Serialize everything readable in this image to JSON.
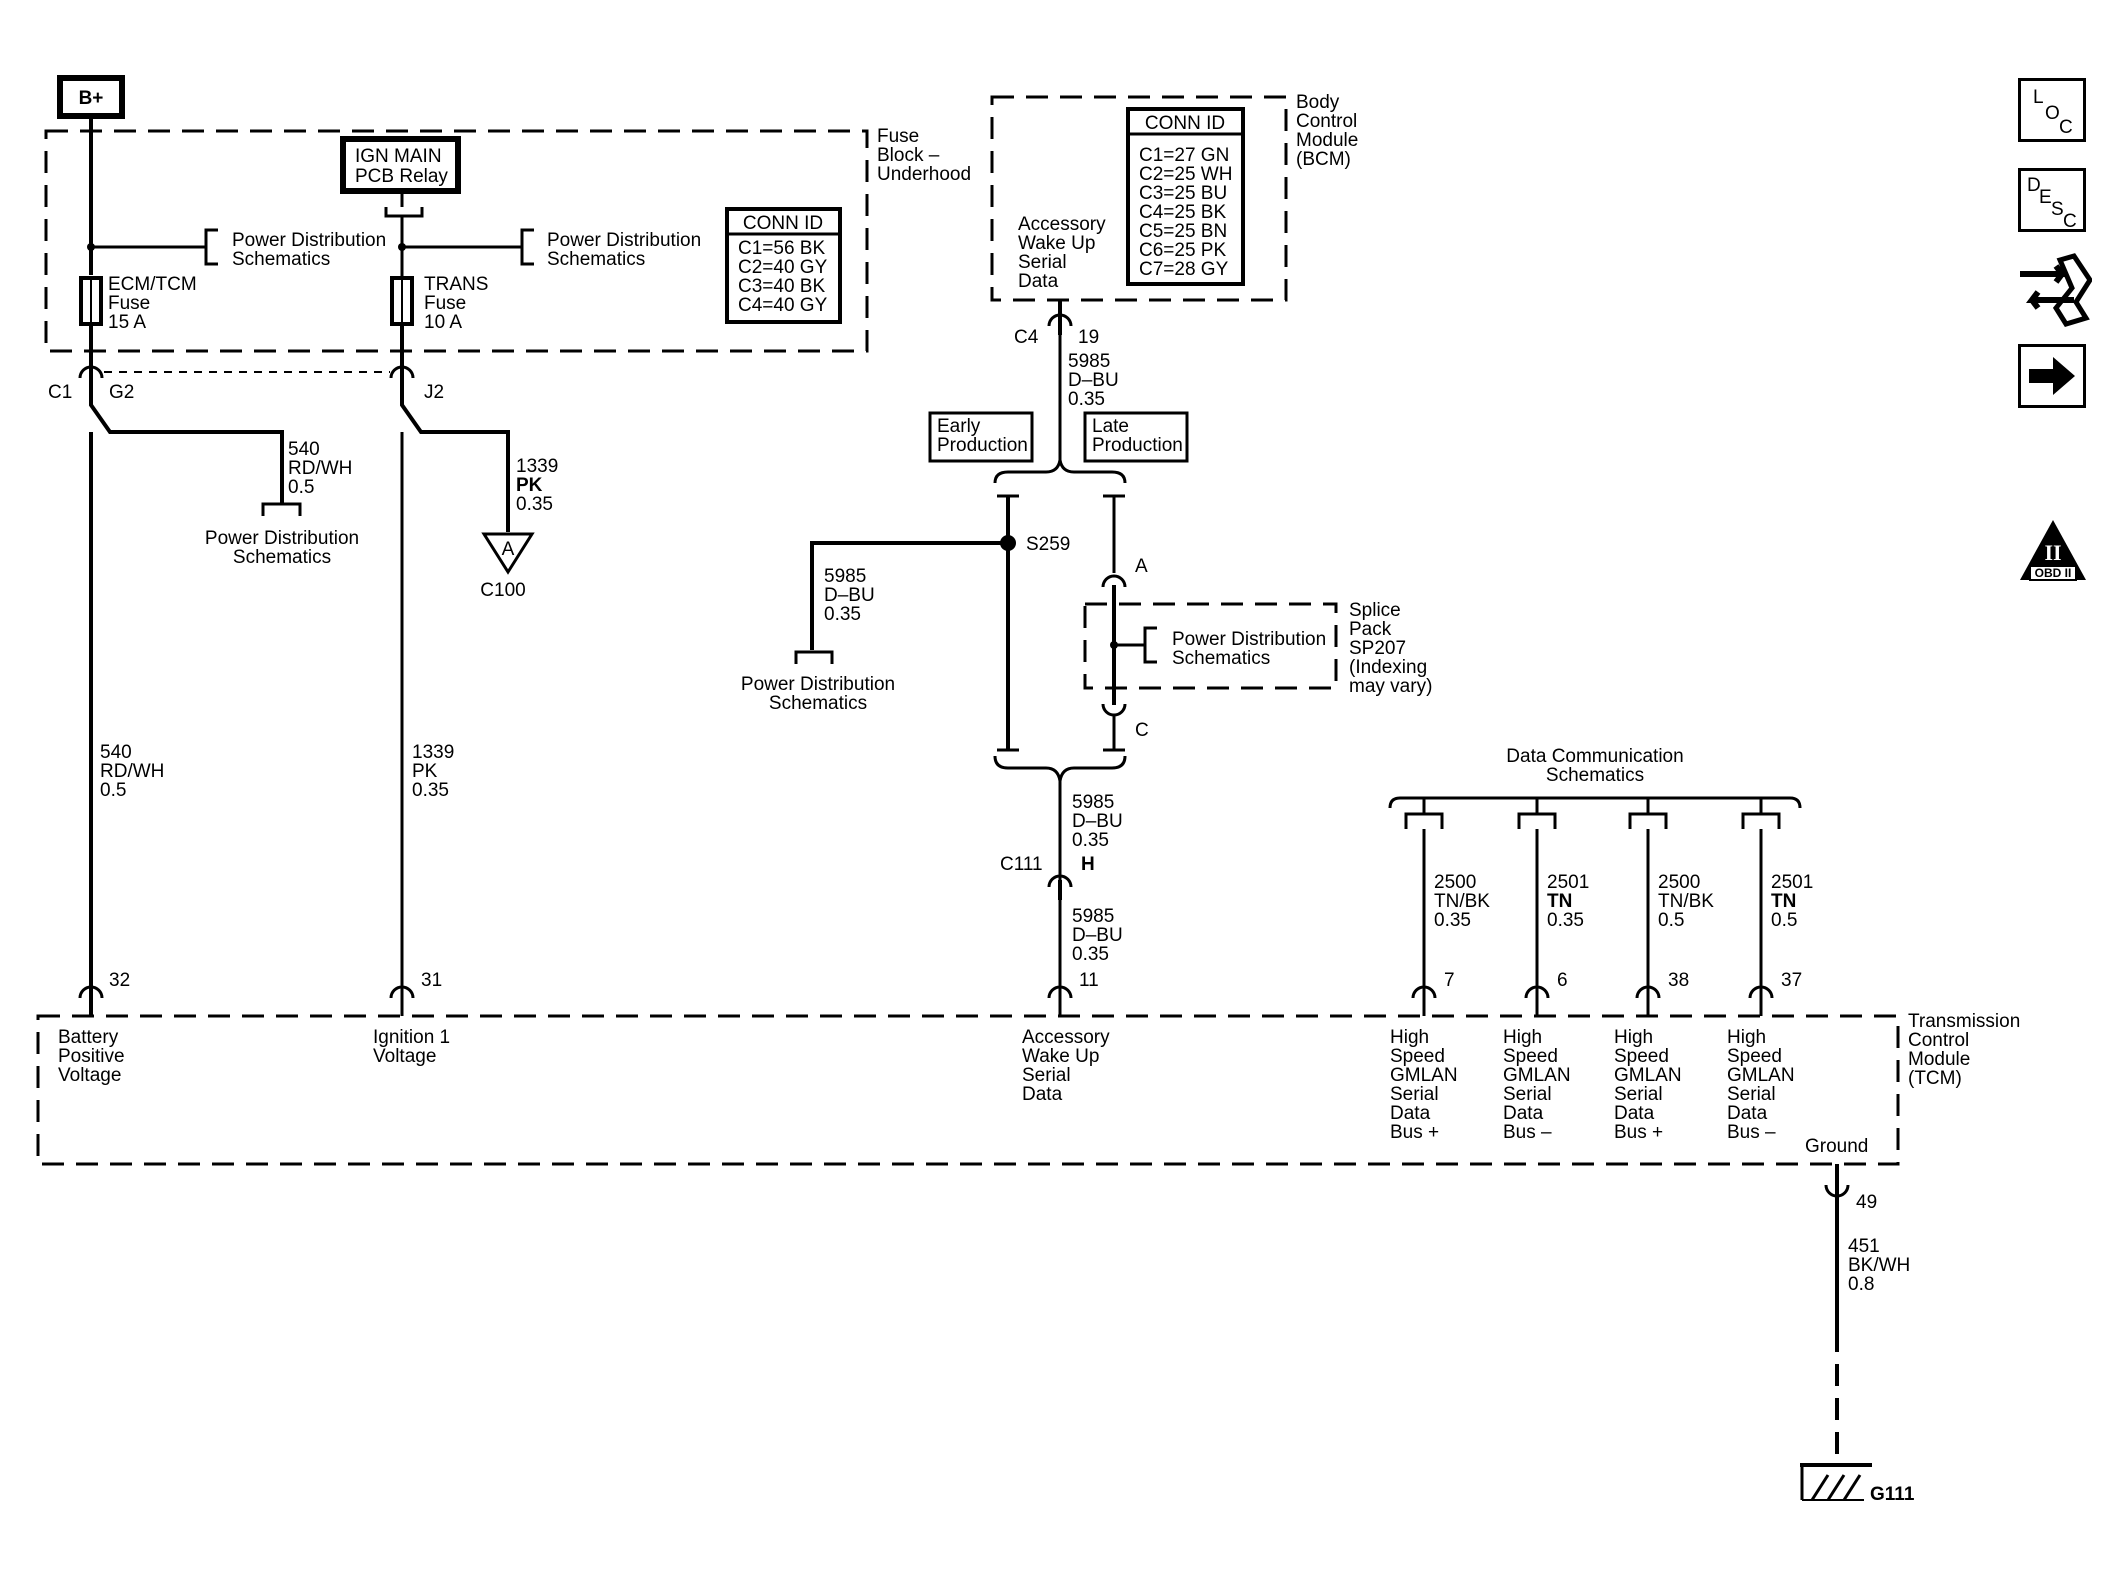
{
  "power": {
    "label": "B+"
  },
  "fuse_block": {
    "title": [
      "Fuse",
      "Block –",
      "Underhood"
    ],
    "relay": [
      "IGN MAIN",
      "PCB Relay"
    ],
    "pd_left": [
      "Power Distribution",
      "Schematics"
    ],
    "pd_right": [
      "Power Distribution",
      "Schematics"
    ],
    "fuse1": [
      "ECM/TCM",
      "Fuse",
      "15 A"
    ],
    "fuse2": [
      "TRANS",
      "Fuse",
      "10 A"
    ],
    "conn_title": "CONN ID",
    "conn_rows": [
      "C1=56 BK",
      "C2=40 GY",
      "C3=40 BK",
      "C4=40 GY"
    ],
    "c1": "C1",
    "g2": "G2",
    "j2": "J2"
  },
  "bcm": {
    "title": [
      "Body",
      "Control",
      "Module",
      "(BCM)"
    ],
    "pin_label": [
      "Accessory",
      "Wake Up",
      "Serial",
      "Data"
    ],
    "conn_title": "CONN ID",
    "conn_rows": [
      "C1=27 GN",
      "C2=25 WH",
      "C3=25 BU",
      "C4=25 BK",
      "C5=25 BN",
      "C6=25 PK",
      "C7=28 GY"
    ],
    "connector": "C4",
    "pin": "19"
  },
  "wires": {
    "w540_top": [
      "540",
      "RD/WH",
      "0.5"
    ],
    "w540_main": [
      "540",
      "RD/WH",
      "0.5"
    ],
    "w1339_top": [
      "1339",
      "PK",
      "0.35"
    ],
    "w1339_main": [
      "1339",
      "PK",
      "0.35"
    ],
    "w5985_bcm": [
      "5985",
      "D–BU",
      "0.35"
    ],
    "w5985_left": [
      "5985",
      "D–BU",
      "0.35"
    ],
    "w5985_mid": [
      "5985",
      "D–BU",
      "0.35"
    ],
    "w5985_low": [
      "5985",
      "D–BU",
      "0.35"
    ],
    "w451": [
      "451",
      "BK/WH",
      "0.8"
    ]
  },
  "labels": {
    "pd_540": [
      "Power Distribution",
      "Schematics"
    ],
    "pd_s259": [
      "Power Distribution",
      "Schematics"
    ],
    "pd_splice": [
      "Power Distribution",
      "Schematics"
    ],
    "c100": "C100",
    "c100_tri": "A",
    "early": [
      "Early",
      "Production"
    ],
    "late": [
      "Late",
      "Production"
    ],
    "s259": "S259",
    "splice_a": "A",
    "splice_c": "C",
    "splice_title": [
      "Splice",
      "Pack",
      "SP207",
      "(Indexing",
      "may vary)"
    ],
    "c111": "C111",
    "c111_pin": "H",
    "data_comm": [
      "Data Communication",
      "Schematics"
    ],
    "g111": "G111"
  },
  "gmlan": [
    {
      "wire": [
        "2500",
        "TN/BK",
        "0.35"
      ],
      "pin": "7",
      "label": [
        "High",
        "Speed",
        "GMLAN",
        "Serial",
        "Data",
        "Bus +"
      ]
    },
    {
      "wire": [
        "2501",
        "TN",
        "0.35"
      ],
      "pin": "6",
      "label": [
        "High",
        "Speed",
        "GMLAN",
        "Serial",
        "Data",
        "Bus –"
      ]
    },
    {
      "wire": [
        "2500",
        "TN/BK",
        "0.5"
      ],
      "pin": "38",
      "label": [
        "High",
        "Speed",
        "GMLAN",
        "Serial",
        "Data",
        "Bus +"
      ]
    },
    {
      "wire": [
        "2501",
        "TN",
        "0.5"
      ],
      "pin": "37",
      "label": [
        "High",
        "Speed",
        "GMLAN",
        "Serial",
        "Data",
        "Bus –"
      ]
    }
  ],
  "tcm": {
    "title": [
      "Transmission",
      "Control",
      "Module",
      "(TCM)"
    ],
    "pins": [
      {
        "pin": "32",
        "label": [
          "Battery",
          "Positive",
          "Voltage"
        ]
      },
      {
        "pin": "31",
        "label": [
          "Ignition 1",
          "Voltage"
        ]
      },
      {
        "pin": "11",
        "label": [
          "Accessory",
          "Wake Up",
          "Serial",
          "Data"
        ]
      }
    ],
    "ground_label": "Ground",
    "ground_pin": "49"
  },
  "side_icons": [
    {
      "name": "loc-icon",
      "letters": [
        "L",
        "O",
        "C"
      ]
    },
    {
      "name": "desc-icon",
      "letters": [
        "D",
        "E",
        "S",
        "C"
      ]
    },
    {
      "name": "connector-end-view-icon"
    },
    {
      "name": "next-arrow-icon"
    },
    {
      "name": "obd-ii-icon",
      "text": [
        "II",
        "OBD II"
      ]
    }
  ]
}
